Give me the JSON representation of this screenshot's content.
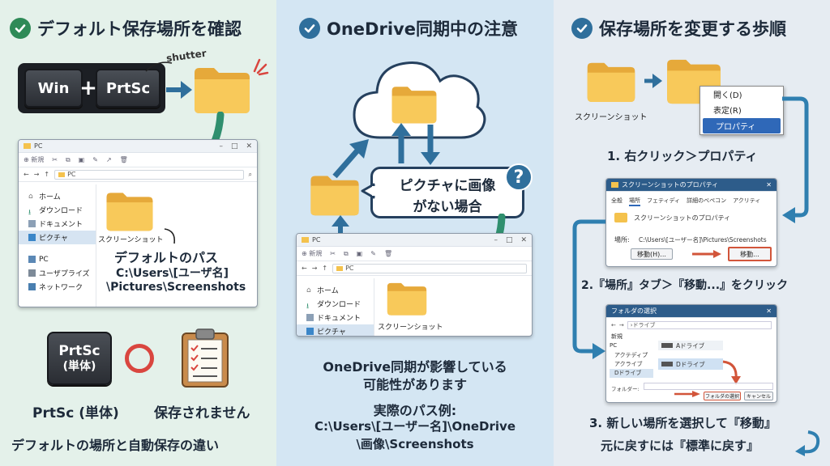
{
  "colors": {
    "panel1_bg": "#e4f1ea",
    "panel2_bg": "#d4e6f3",
    "panel3_bg": "#e6ecf2",
    "green_arrow": "#2f8f6e",
    "blue_arrow": "#2f6f9c",
    "folder": "#f4c24d",
    "red_circle": "#d9463f",
    "highlight_red": "#d2553a"
  },
  "panel1": {
    "title": "デフォルト保存場所を確認",
    "key_win": "Win",
    "key_plus": "+",
    "key_prtsc": "PrtSc",
    "shutter_label": "shutter",
    "explorer": {
      "title": "PC",
      "toolbar_new": "新規",
      "address": "PC",
      "side_items": [
        "ホーム",
        "ダウンロード",
        "ドキュメント",
        "ピクチャ"
      ],
      "side_items_2": [
        "PC",
        "ユーザプライズ",
        "ネットワーク"
      ],
      "folder_label": "スクリーンショット"
    },
    "path_title": "デフォルトのパス",
    "path_line1": "C:\\Users\\[ユーザ名]",
    "path_line2": "\\Pictures\\Screenshots",
    "prtsc_alone_key_line1": "PrtSc",
    "prtsc_alone_key_line2": "(単体)",
    "prtsc_alone_label": "PrtSc (単体)",
    "not_saved_label": "保存されません",
    "footer": "デフォルトの場所と自動保存の違い"
  },
  "panel2": {
    "title": "OneDrive同期中の注意",
    "bubble_line1": "ピクチャに画像",
    "bubble_line2": "がない場合",
    "question_mark": "?",
    "explorer": {
      "title": "PC",
      "toolbar_new": "新規",
      "address": "PC",
      "side_items": [
        "ホーム",
        "ダウンロード",
        "ドキュメント",
        "ピクチャ"
      ],
      "folder_label": "スクリーンショット"
    },
    "note_line1": "OneDrive同期が影響している",
    "note_line2": "可能性があります",
    "example_title": "実際のパス例:",
    "example_line1": "C:\\Users\\[ユーザー名]\\OneDrive",
    "example_line2": "\\画像\\Screenshots"
  },
  "panel3": {
    "title": "保存場所を変更する歩順",
    "folder1_label": "スクリーンショット",
    "context_menu": [
      "開く(D)",
      "表定(R)",
      "プロパティ"
    ],
    "step1": "1. 右クリック＞プロパティ",
    "props": {
      "title": "スクリーンショットのプロパティ",
      "tabs": [
        "全般",
        "場所",
        "フェティディ",
        "詳細のべペコン",
        "アクリティ"
      ],
      "folder_name": "スクリーンショットのプロパティ",
      "location_label": "場所:",
      "location_path": "C:\\Users\\[ユーザー名]\\Pictures\\Screenshots",
      "btn_move_left": "移動(H)...",
      "btn_move": "移動..."
    },
    "step2": "2.『場所』タブ＞『移動...』をクリック",
    "picker": {
      "title": "フォルダの選択",
      "breadcrumb": "ドライブ",
      "side_items": [
        "PC",
        "アクテディプ",
        "アクライブ",
        "Dドライブ"
      ],
      "drive_a": "Aドライブ",
      "drive_d": "Dドライブ",
      "folder_field_label": "フォルダー:",
      "btn_select": "フォルダの選択",
      "btn_cancel": "キャンセル",
      "new_label": "新規"
    },
    "step3": "3. 新しい場所を選択して『移動』",
    "reset_note": "元に戻すには『標準に戻す』"
  }
}
